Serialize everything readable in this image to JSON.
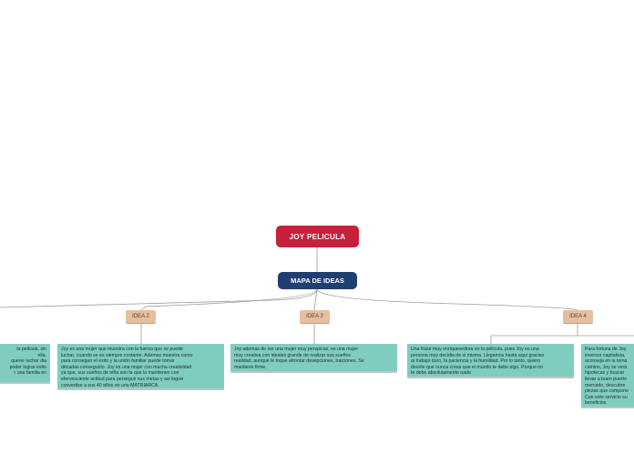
{
  "root": {
    "label": "JOY PELICULA",
    "color": "#c8203a"
  },
  "main": {
    "label": "MAPA DE IDEAS",
    "color": "#1f3f73"
  },
  "ideas": [
    {
      "label": "IDEA 2"
    },
    {
      "label": "IDEA 3"
    },
    {
      "label": "IDEA 4"
    }
  ],
  "cards": [
    {
      "lines": [
        "la pelicula, sin",
        "ella.",
        "querer luchar dia",
        "poder lograr exito",
        "r una familia en"
      ]
    },
    {
      "lines": [
        "Joy es una mujer que muestra con la fuerza que se puede",
        "luchar, cuando se es siempre costante. Ademas muestra  como",
        "para conseguir el exito y la unión familiar puede tomar",
        "décadas conseguirlo. Joy es una mujer con mucha creatividad",
        "ya que, sus sueños de niña son la que la mantienen con",
        "efervesciente actitud para perseguir sus metas y asi lograr",
        "convertise a sus 40 años en una MATRIARCA."
      ]
    },
    {
      "lines": [
        "Joy ademas de ser una mujer muy  perspicaz, es una mujer",
        "muy creativa con ideales grande de realizar sus sueños",
        "realidad, aunque le toque afrontar desepciones, traiciones. Se",
        "mantiene firme."
      ]
    },
    {
      "lines": [
        "Una frase muy enriquesedora en la pelicula, pues Joy es una",
        "persona muy decidia de si misma. Llegamos hasta aquí gracias",
        "al trabajo duro, la paciencia y la humildad. Por lo tanto, quiero",
        "decirte que nunca creas que el mundo te debe algo. Porque no",
        "te debe absolutamente nada"
      ]
    },
    {
      "lines": [
        "Para fortuna de Joy,",
        "inversor capitalista,",
        "aconseja en la toma",
        "camino, Joy se verá",
        "hipotecas y buscar",
        "llevar a buen puerto",
        "mercado, descubre",
        "piezas que compone",
        "Con este servicio su",
        "beneficios"
      ]
    }
  ],
  "colors": {
    "idea": "#e7bf9e",
    "card": "#7ecdc0"
  }
}
